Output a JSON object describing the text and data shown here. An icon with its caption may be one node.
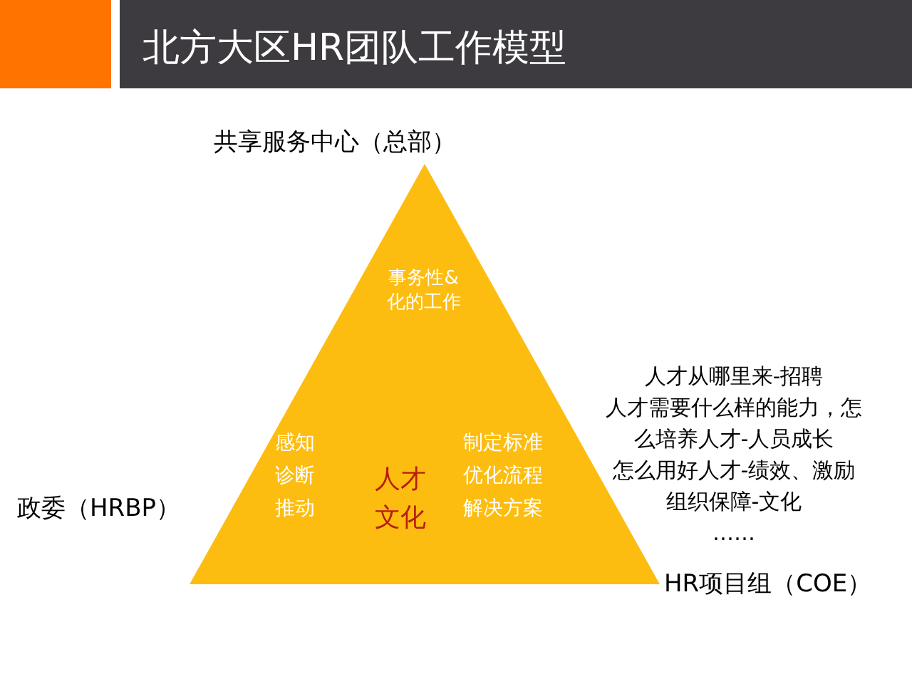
{
  "diagram": {
    "title": "北方大区HR团队工作模型",
    "nodes": [
      {
        "text": [
          "事务性&化的工作",
          "感知",
          "诊断",
          "推动",
          "人才文化",
          "制定标准",
          "优化流程",
          "解决方案"
        ],
        "beside": [
          "共享服务中心（总部）",
          "政委（HRBP）",
          "HR项目组（COE）"
        ]
      }
    ],
    "edges": [],
    "labels": [
      "人才从哪里来-招聘",
      "人才需要什么样的能力，怎么培养人才-人员成长",
      "怎么用好人才-绩效、激励",
      "组织保障-文化",
      "……"
    ]
  }
}
